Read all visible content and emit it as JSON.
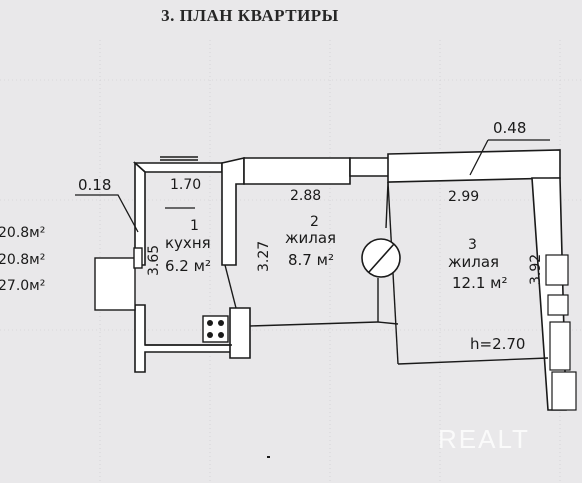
{
  "title": "3. ПЛАН КВАРТИРЫ",
  "areas": [
    "20.8м²",
    "20.8м²",
    "27.0м²"
  ],
  "dimensions": {
    "wall_thickness_right": "0.48",
    "wall_thickness_left": "0.18",
    "kitchen_width": "1.70",
    "room2_width": "2.88",
    "room3_width": "2.99",
    "kitchen_length": "3.65",
    "room2_length": "3.27",
    "room3_length": "3.92",
    "ceiling_height": "h=2.70"
  },
  "rooms": [
    {
      "number": "1",
      "name": "кухня",
      "area": "6.2 м²"
    },
    {
      "number": "2",
      "name": "жилая",
      "area": "8.7 м²"
    },
    {
      "number": "3",
      "name": "жилая",
      "area": "12.1 м²"
    }
  ],
  "watermark": "REALT",
  "colors": {
    "paper": "#e9e8ea",
    "ink": "#1a1a1a",
    "wall_fill": "#ffffff"
  }
}
